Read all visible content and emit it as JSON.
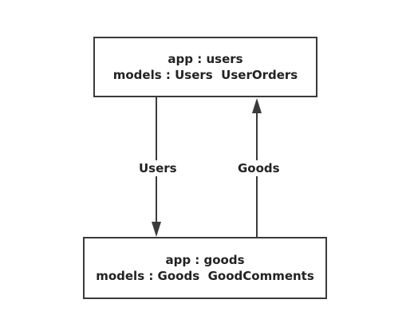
{
  "nodes": {
    "users": {
      "line1": "app : users",
      "line2": "models : Users  UserOrders"
    },
    "goods": {
      "line1": "app : goods",
      "line2": "models : Goods  GoodComments"
    }
  },
  "edges": {
    "users_to_goods": {
      "label": "Users"
    },
    "goods_to_users": {
      "label": "Goods"
    }
  },
  "colors": {
    "stroke": "#3a3a3a",
    "text": "#222222",
    "background": "#ffffff"
  }
}
